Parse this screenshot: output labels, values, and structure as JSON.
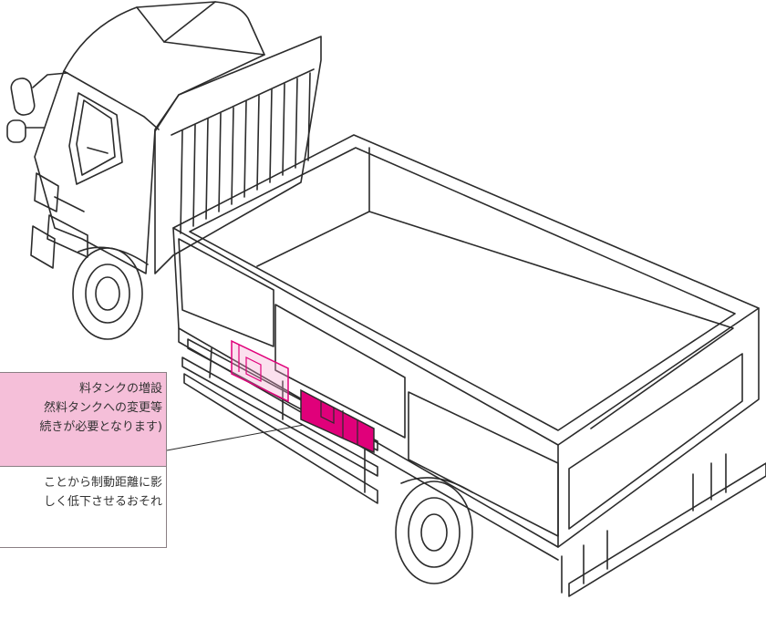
{
  "callout": {
    "heading_lines": [
      "料タンクの増設",
      "然料タンクへの変更等",
      "続きが必要となります)"
    ],
    "body_lines": [
      "ことから制動距離に影",
      "しく低下させるおそれ"
    ]
  },
  "colors": {
    "outline": "#2b2b2b",
    "highlight_tank": "#e0007a",
    "highlight_tank_light": "#f4a6cf",
    "callout_fill": "#f5bfd9",
    "callout_border": "#8a7f84"
  }
}
